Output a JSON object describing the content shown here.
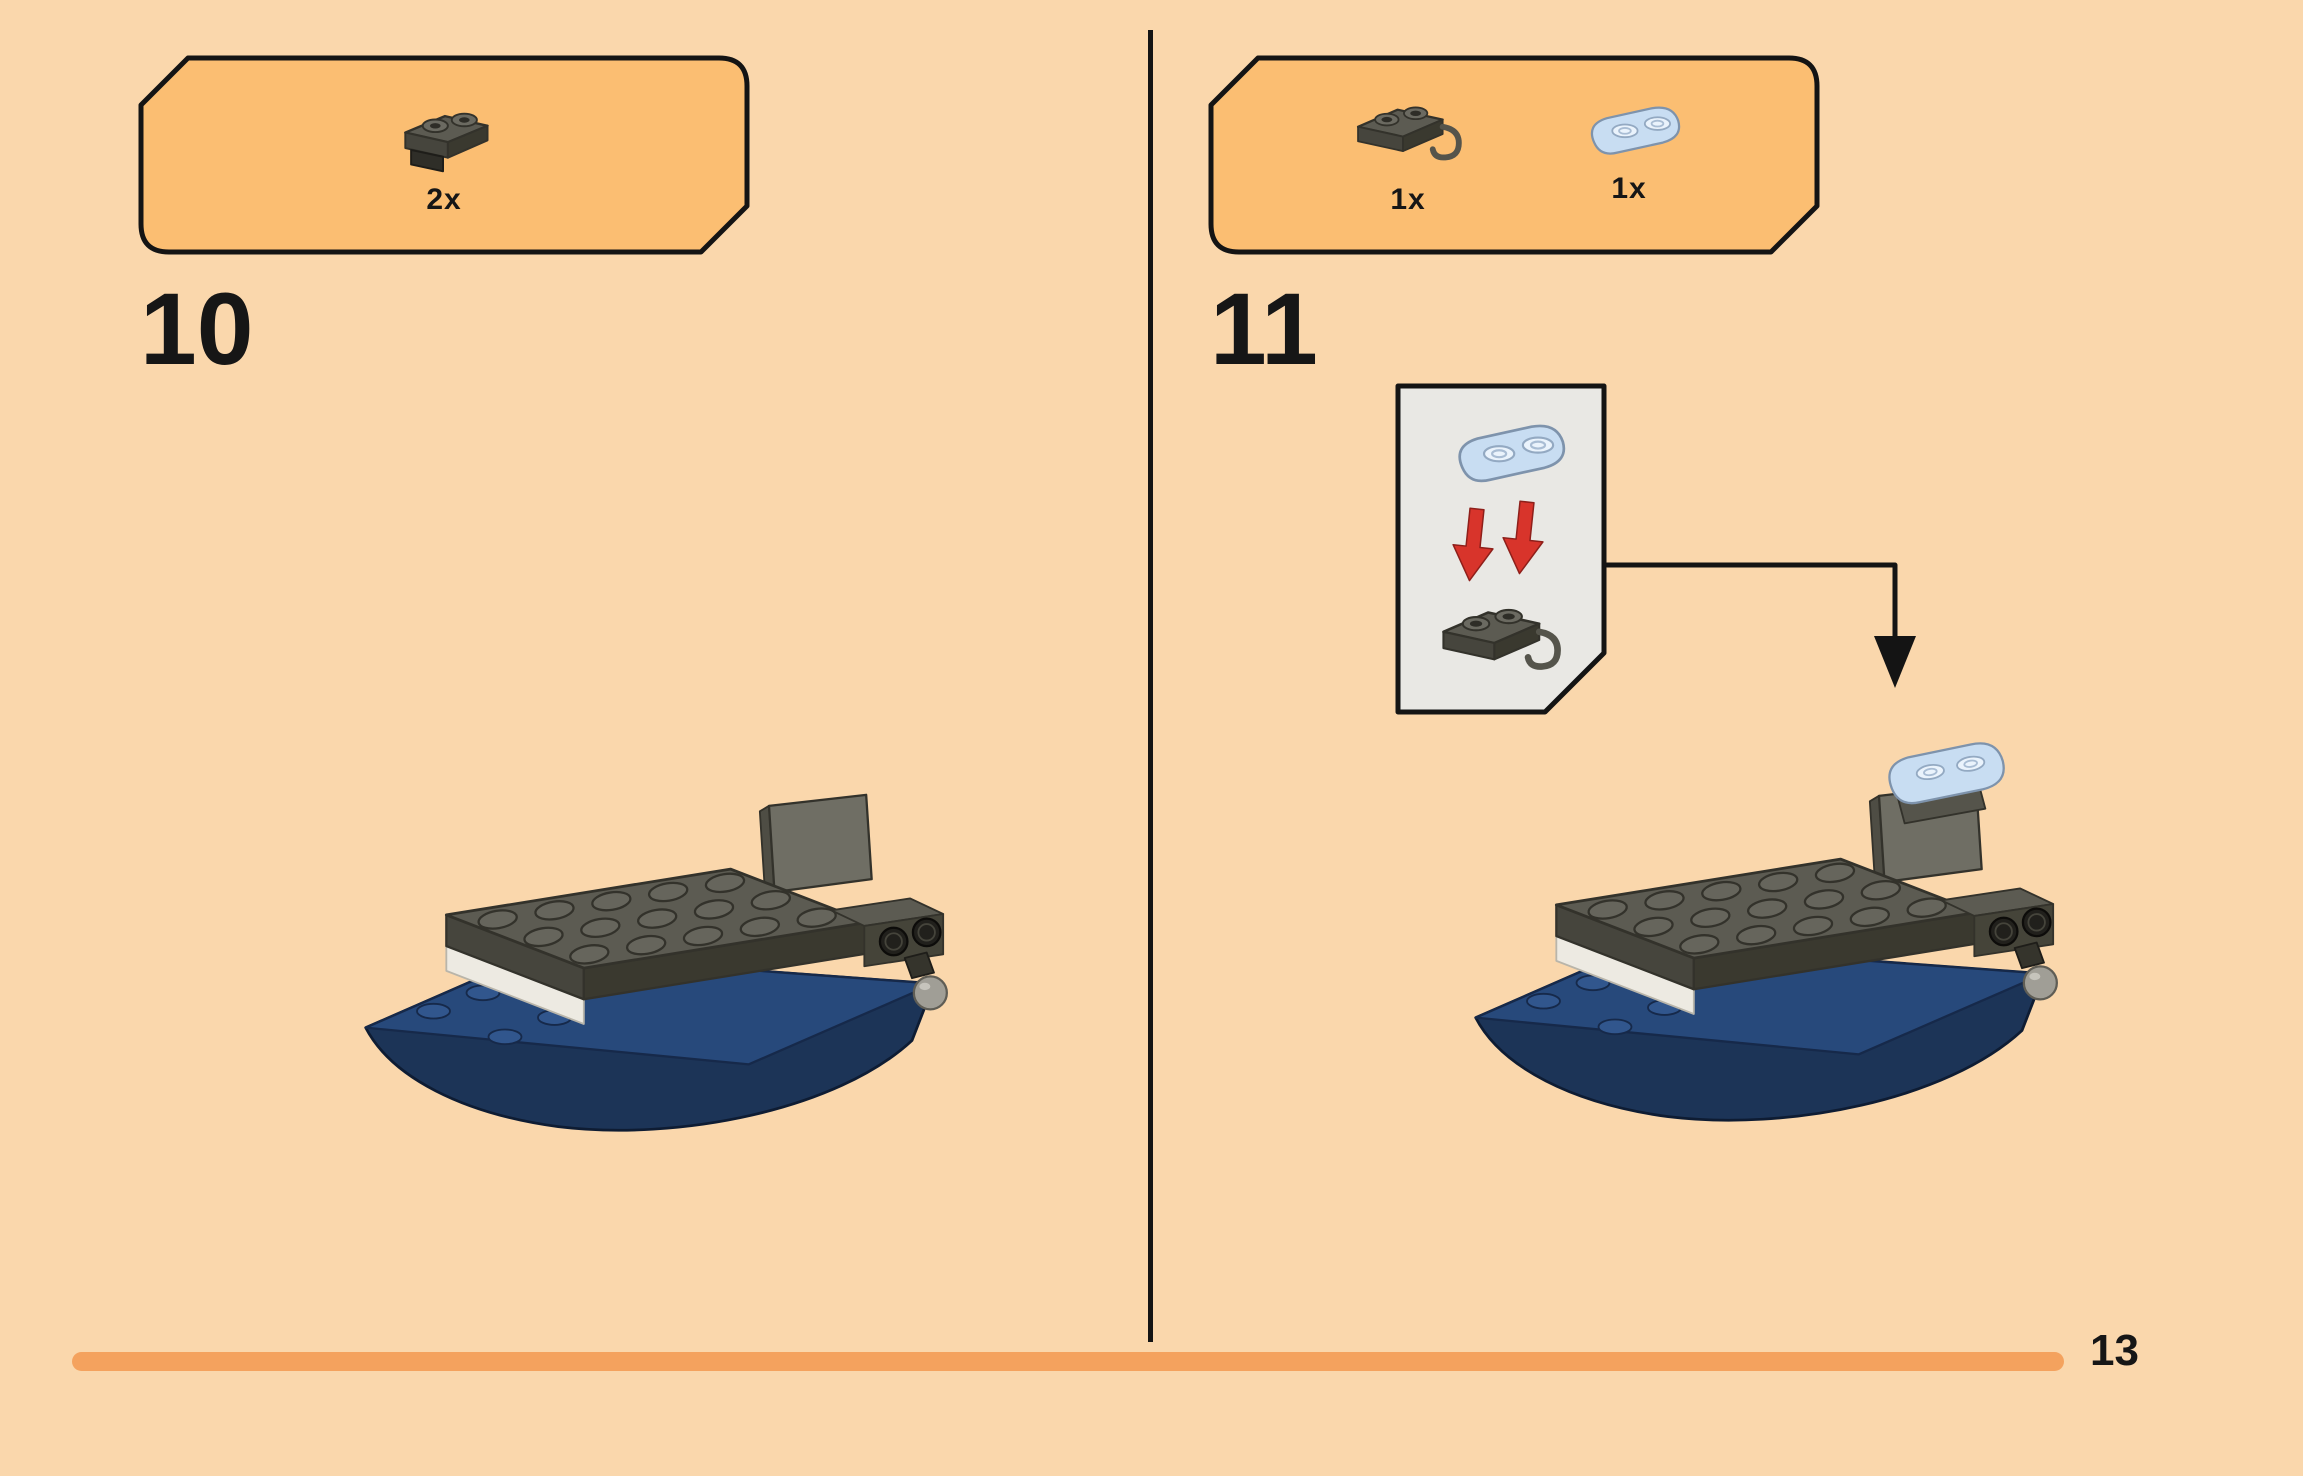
{
  "page": {
    "number": "13",
    "background_color": "#FAD7AC",
    "footer_bar_color": "#F4A25E",
    "outline_color": "#141414"
  },
  "steps": [
    {
      "number": "10",
      "parts_box": {
        "fill_color": "#FBBE72",
        "parts": [
          {
            "icon": "bracket-plate-icon",
            "label": "dark gray 1x2 bracket plate",
            "count": "2x",
            "color": "#5C5B52"
          }
        ]
      }
    },
    {
      "number": "11",
      "parts_box": {
        "fill_color": "#FBBE72",
        "parts": [
          {
            "icon": "clip-plate-icon",
            "label": "dark gray 1x2 plate with clip",
            "count": "1x",
            "color": "#5C5B52"
          },
          {
            "icon": "round-plate-icon",
            "label": "light blue 1x2 rounded plate",
            "count": "1x",
            "color": "#C8DDF2"
          }
        ]
      },
      "inset": {
        "fill_color": "#E9E8E4",
        "arrow_color": "#D8342B",
        "pieces": [
          "light blue 1x2 rounded plate",
          "dark gray 1x2 plate with clip"
        ]
      }
    }
  ]
}
